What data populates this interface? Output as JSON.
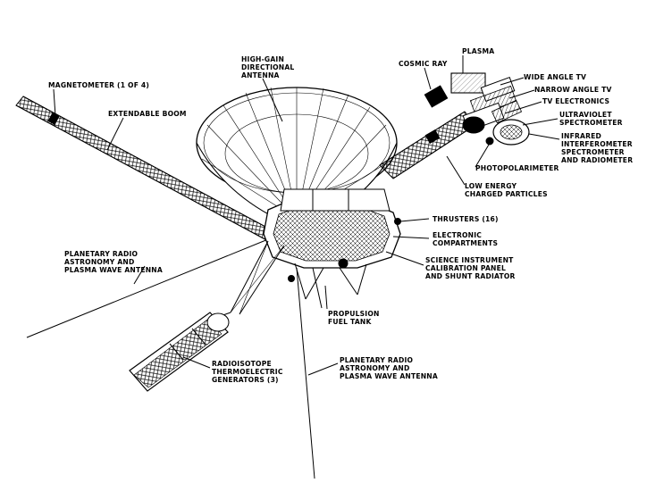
{
  "labels": {
    "magnetometer": "MAGNETOMETER (1 OF 4)",
    "extendable_boom": "EXTENDABLE BOOM",
    "hga_line1": "HIGH-GAIN",
    "hga_line2": "DIRECTIONAL",
    "hga_line3": "ANTENNA",
    "cosmic_ray": "COSMIC RAY",
    "plasma": "PLASMA",
    "wide_angle_tv": "WIDE ANGLE TV",
    "narrow_angle_tv": "NARROW ANGLE TV",
    "tv_electronics": "TV ELECTRONICS",
    "uv_line1": "ULTRAVIOLET",
    "uv_line2": "SPECTROMETER",
    "ir_line1": "INFRARED",
    "ir_line2": "INTERFEROMETER",
    "ir_line3": "SPECTROMETER",
    "ir_line4": "AND RADIOMETER",
    "photopolarimeter": "PHOTOPOLARIMETER",
    "lecp_line1": "LOW ENERGY",
    "lecp_line2": "CHARGED PARTICLES",
    "thrusters": "THRUSTERS (16)",
    "elec_line1": "ELECTRONIC",
    "elec_line2": "COMPARTMENTS",
    "sci_line1": "SCIENCE INSTRUMENT",
    "sci_line2": "CALIBRATION PANEL",
    "sci_line3": "AND SHUNT RADIATOR",
    "prop_line1": "PROPULSION",
    "prop_line2": "FUEL TANK",
    "pra_left_line1": "PLANETARY RADIO",
    "pra_left_line2": "ASTRONOMY AND",
    "pra_left_line3": "PLASMA WAVE ANTENNA",
    "rtg_line1": "RADIOISOTOPE",
    "rtg_line2": "THERMOELECTRIC",
    "rtg_line3": "GENERATORS (3)",
    "pra_bottom_line1": "PLANETARY RADIO",
    "pra_bottom_line2": "ASTRONOMY AND",
    "pra_bottom_line3": "PLASMA WAVE ANTENNA"
  },
  "colors": {
    "ink": "#000000",
    "paper": "#ffffff"
  }
}
